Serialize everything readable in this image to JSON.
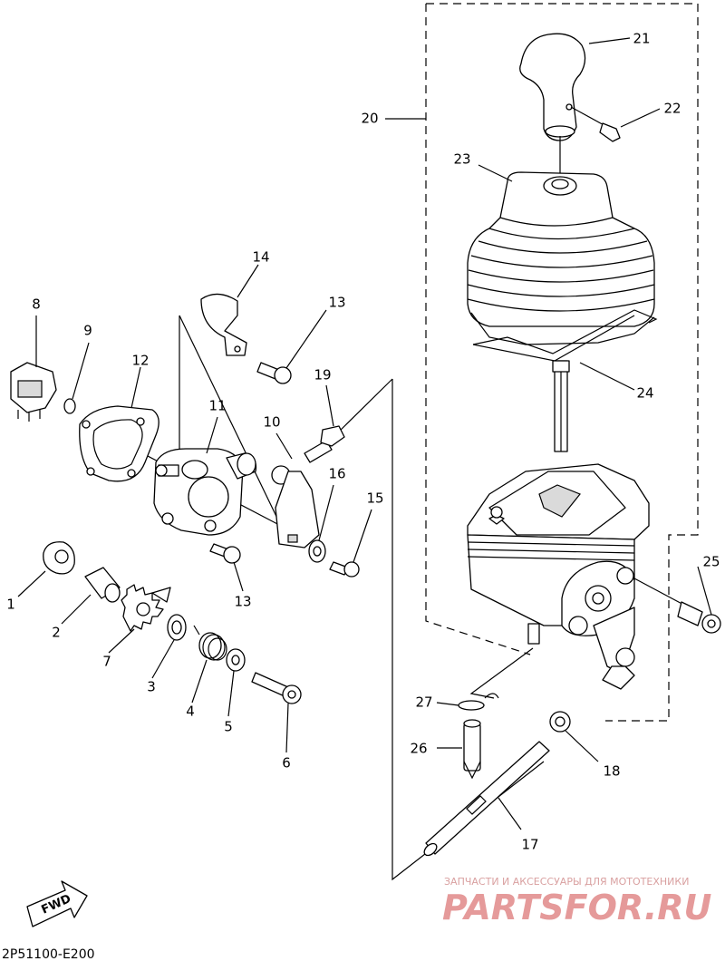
{
  "diagram_code": "2P51100-E200",
  "direction_label": "FWD",
  "watermark": {
    "tagline": "ЗАПЧАСТИ И АКСЕССУАРЫ ДЛЯ МОТОТЕХНИКИ",
    "brand": "PARTSFOR.RU"
  },
  "callouts": [
    {
      "number": "1"
    },
    {
      "number": "2"
    },
    {
      "number": "3"
    },
    {
      "number": "4"
    },
    {
      "number": "5"
    },
    {
      "number": "6"
    },
    {
      "number": "7"
    },
    {
      "number": "8"
    },
    {
      "number": "9"
    },
    {
      "number": "10"
    },
    {
      "number": "11"
    },
    {
      "number": "12"
    },
    {
      "number": "13"
    },
    {
      "number": "13"
    },
    {
      "number": "14"
    },
    {
      "number": "15"
    },
    {
      "number": "16"
    },
    {
      "number": "17"
    },
    {
      "number": "18"
    },
    {
      "number": "19"
    },
    {
      "number": "20"
    },
    {
      "number": "21"
    },
    {
      "number": "22"
    },
    {
      "number": "23"
    },
    {
      "number": "24"
    },
    {
      "number": "25"
    },
    {
      "number": "26"
    },
    {
      "number": "27"
    }
  ],
  "colors": {
    "line": "#000000",
    "watermark": "#e59a9a"
  }
}
